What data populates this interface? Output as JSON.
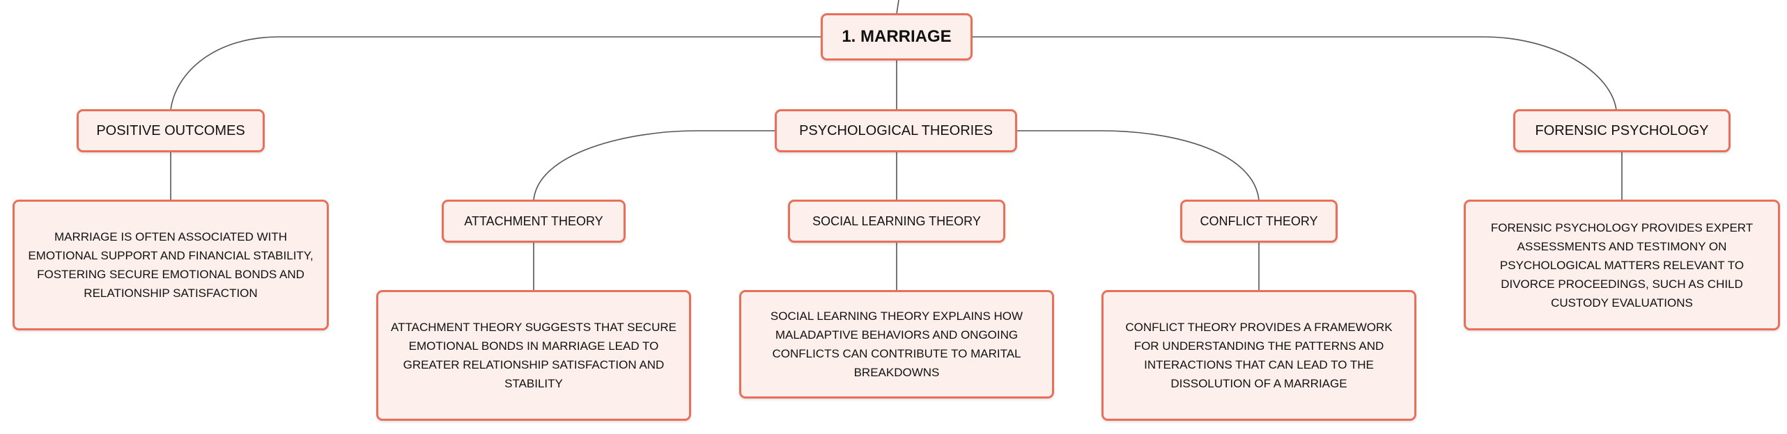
{
  "colors": {
    "node_border": "#e8705a",
    "node_fill": "#fdf0ec",
    "connector": "#555555",
    "text": "#111111"
  },
  "root": {
    "label": "1. MARRIAGE"
  },
  "branches": {
    "positive_outcomes": {
      "label": "POSITIVE OUTCOMES",
      "description": "MARRIAGE IS OFTEN ASSOCIATED WITH EMOTIONAL SUPPORT AND FINANCIAL STABILITY, FOSTERING SECURE EMOTIONAL BONDS AND RELATIONSHIP SATISFACTION"
    },
    "psychological_theories": {
      "label": "PSYCHOLOGICAL THEORIES",
      "children": {
        "attachment": {
          "label": "ATTACHMENT THEORY",
          "description": "ATTACHMENT THEORY SUGGESTS THAT SECURE EMOTIONAL BONDS IN MARRIAGE LEAD TO GREATER RELATIONSHIP SATISFACTION AND STABILITY"
        },
        "social_learning": {
          "label": "SOCIAL LEARNING THEORY",
          "description": "SOCIAL LEARNING THEORY EXPLAINS HOW MALADAPTIVE BEHAVIORS AND ONGOING CONFLICTS CAN CONTRIBUTE TO MARITAL BREAKDOWNS"
        },
        "conflict": {
          "label": "CONFLICT THEORY",
          "description": "CONFLICT THEORY PROVIDES A FRAMEWORK FOR UNDERSTANDING THE PATTERNS AND INTERACTIONS THAT CAN LEAD TO THE DISSOLUTION OF A MARRIAGE"
        }
      }
    },
    "forensic_psychology": {
      "label": "FORENSIC PSYCHOLOGY",
      "description": "FORENSIC PSYCHOLOGY PROVIDES EXPERT ASSESSMENTS AND TESTIMONY ON PSYCHOLOGICAL MATTERS RELEVANT TO DIVORCE PROCEEDINGS, SUCH AS CHILD CUSTODY EVALUATIONS"
    }
  }
}
